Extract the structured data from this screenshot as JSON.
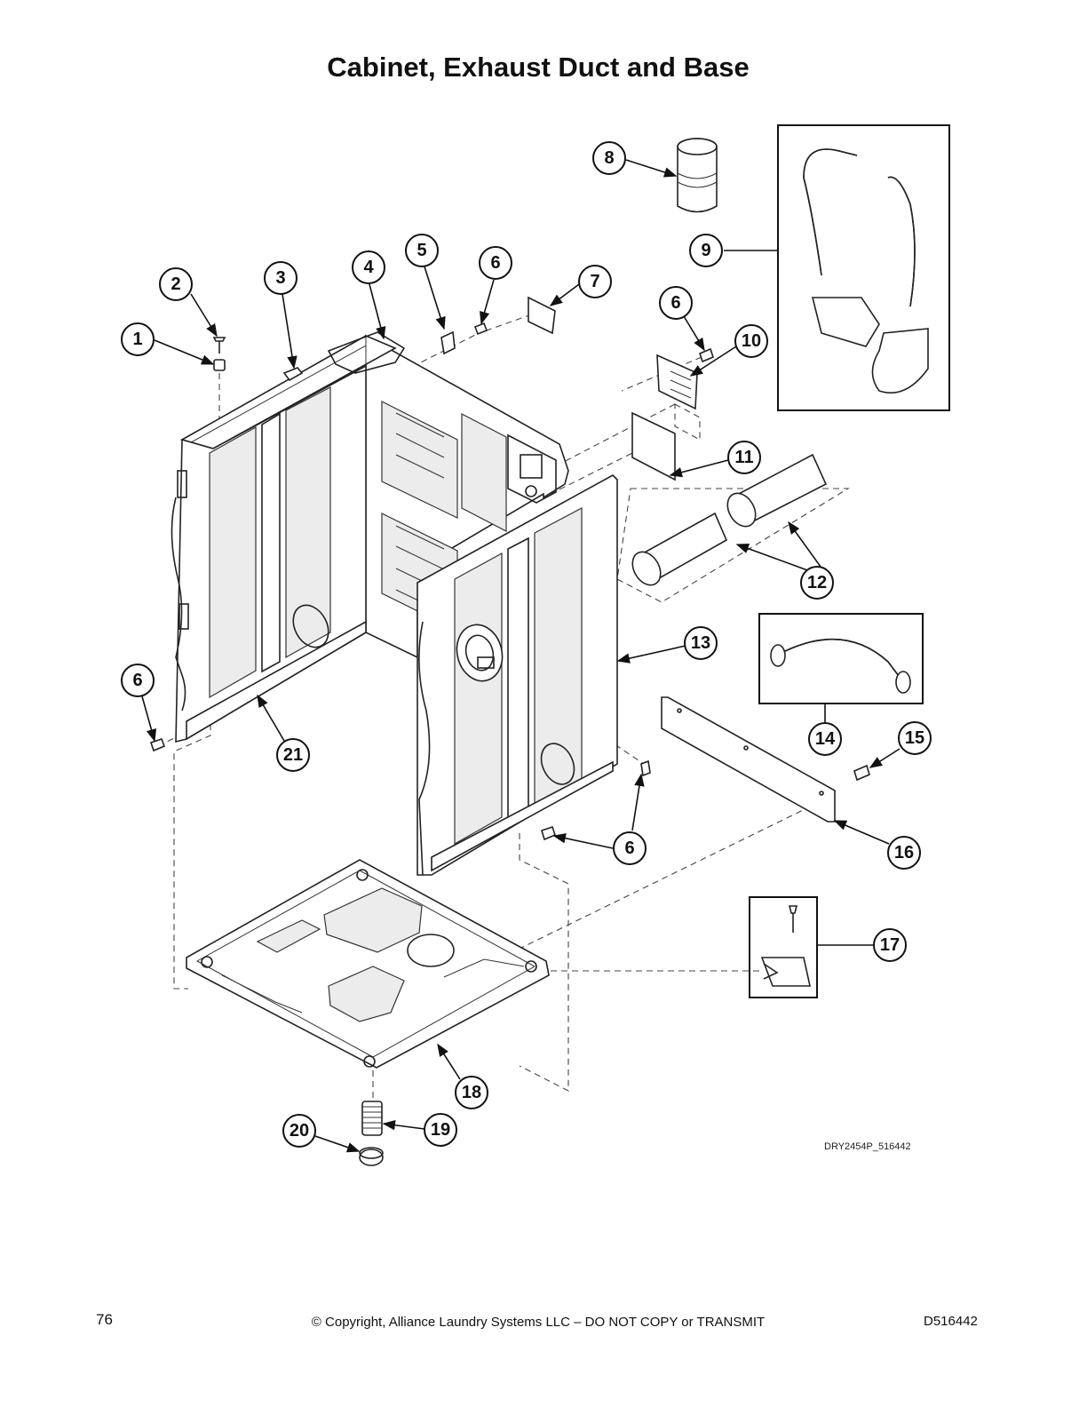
{
  "title": "Cabinet, Exhaust Duct and Base",
  "callouts": [
    "1",
    "2",
    "3",
    "4",
    "5",
    "6",
    "6",
    "6",
    "6",
    "7",
    "8",
    "9",
    "10",
    "11",
    "12",
    "13",
    "14",
    "15",
    "16",
    "17",
    "18",
    "19",
    "20",
    "21"
  ],
  "diagram_ref": "DRY2454P_516442",
  "footer": {
    "page_number": "76",
    "copyright": "© Copyright, Alliance Laundry Systems LLC – DO NOT COPY or TRANSMIT",
    "doc_number": "D516442"
  }
}
